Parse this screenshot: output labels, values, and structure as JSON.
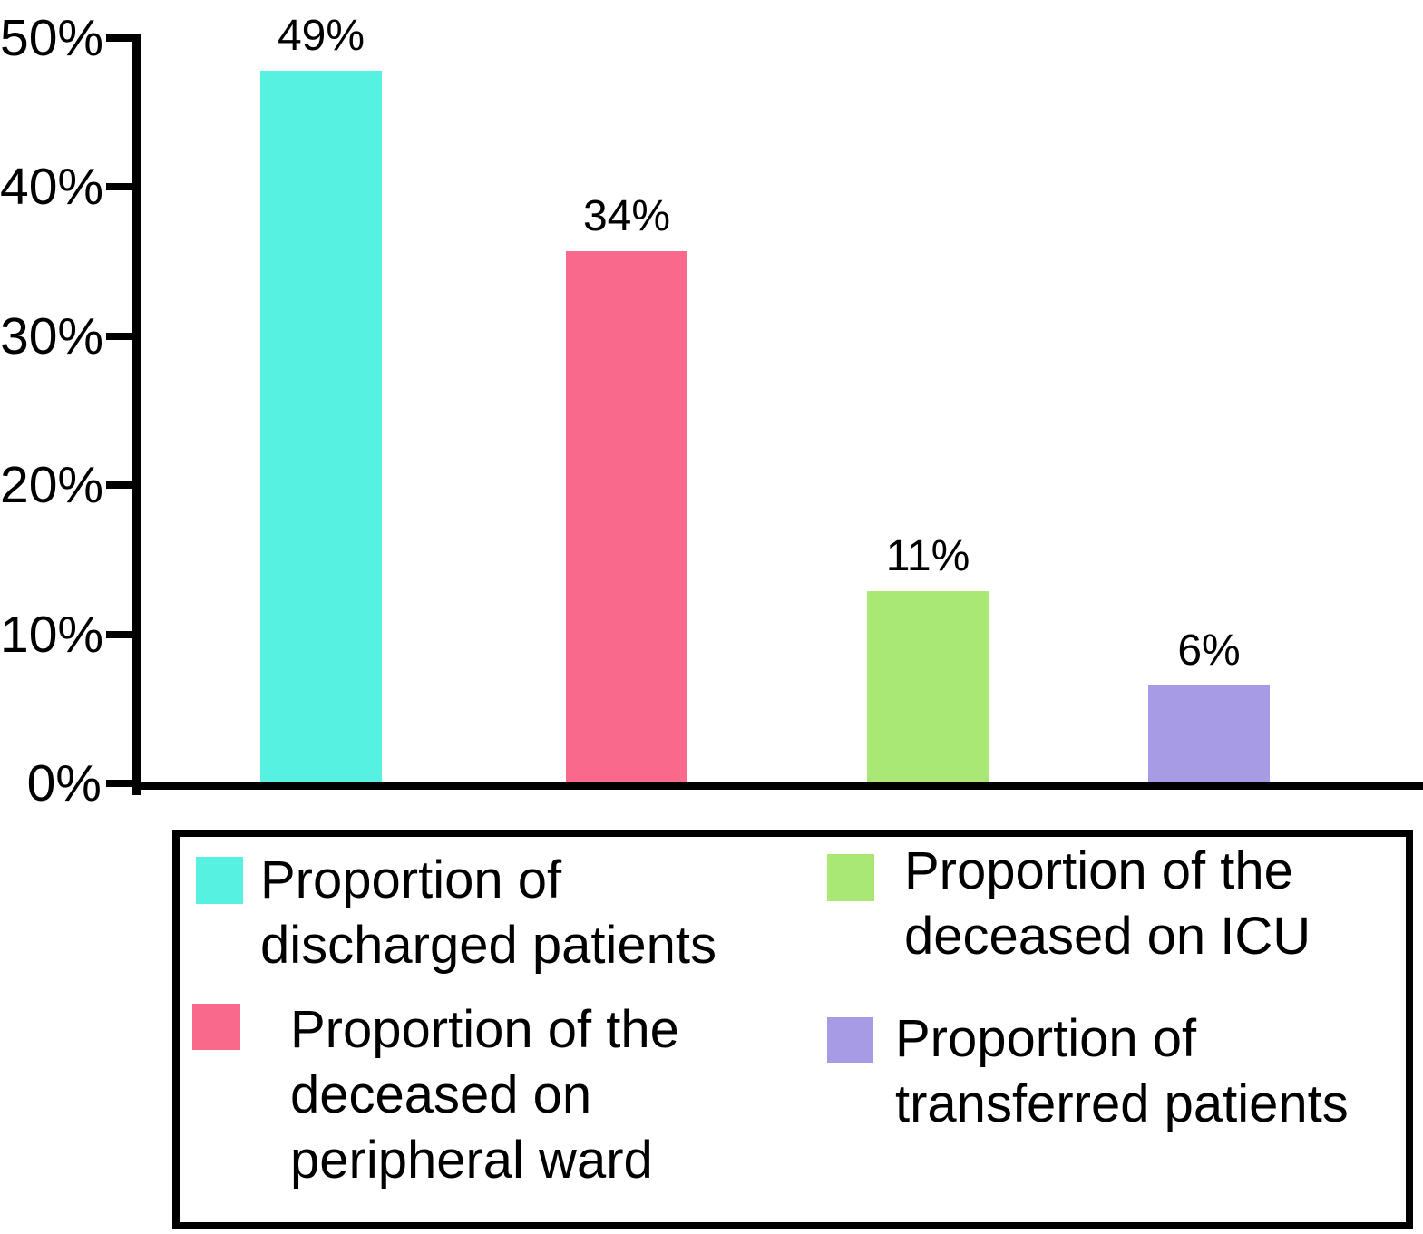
{
  "chart_data": {
    "type": "bar",
    "title": "",
    "xlabel": "",
    "ylabel": "",
    "categories": [
      "Proportion of discharged patients",
      "Proportion of the deceased on peripheral ward",
      "Proportion of the deceased on ICU",
      "Proportion of transferred patients"
    ],
    "values": [
      49,
      34,
      11,
      6
    ],
    "value_labels": [
      "49%",
      "34%",
      "11%",
      "6%"
    ],
    "colors": [
      "#57F1E2",
      "#F9698C",
      "#AAE876",
      "#A89BE6"
    ],
    "ylim": [
      0,
      50
    ],
    "y_tick_step": 10,
    "y_ticks_top_to_bottom": [
      "50%",
      "40%",
      "30%",
      "20%",
      "10%",
      "0%"
    ],
    "grid": false,
    "legend_position": "bottom-box",
    "rendered_heights_pct": [
      47.7,
      35.6,
      12.8,
      6.5
    ]
  },
  "legend": {
    "entries": [
      {
        "name": "discharged-patients",
        "lines": [
          "Proportion of",
          "discharged patients"
        ]
      },
      {
        "name": "deceased-peripheral-ward",
        "lines": [
          "Proportion of the",
          "deceased on",
          "peripheral ward"
        ]
      },
      {
        "name": "deceased-icu",
        "lines": [
          "Proportion of the",
          "deceased on ICU"
        ]
      },
      {
        "name": "transferred-patients",
        "lines": [
          "Proportion of",
          "transferred patients"
        ]
      }
    ]
  }
}
